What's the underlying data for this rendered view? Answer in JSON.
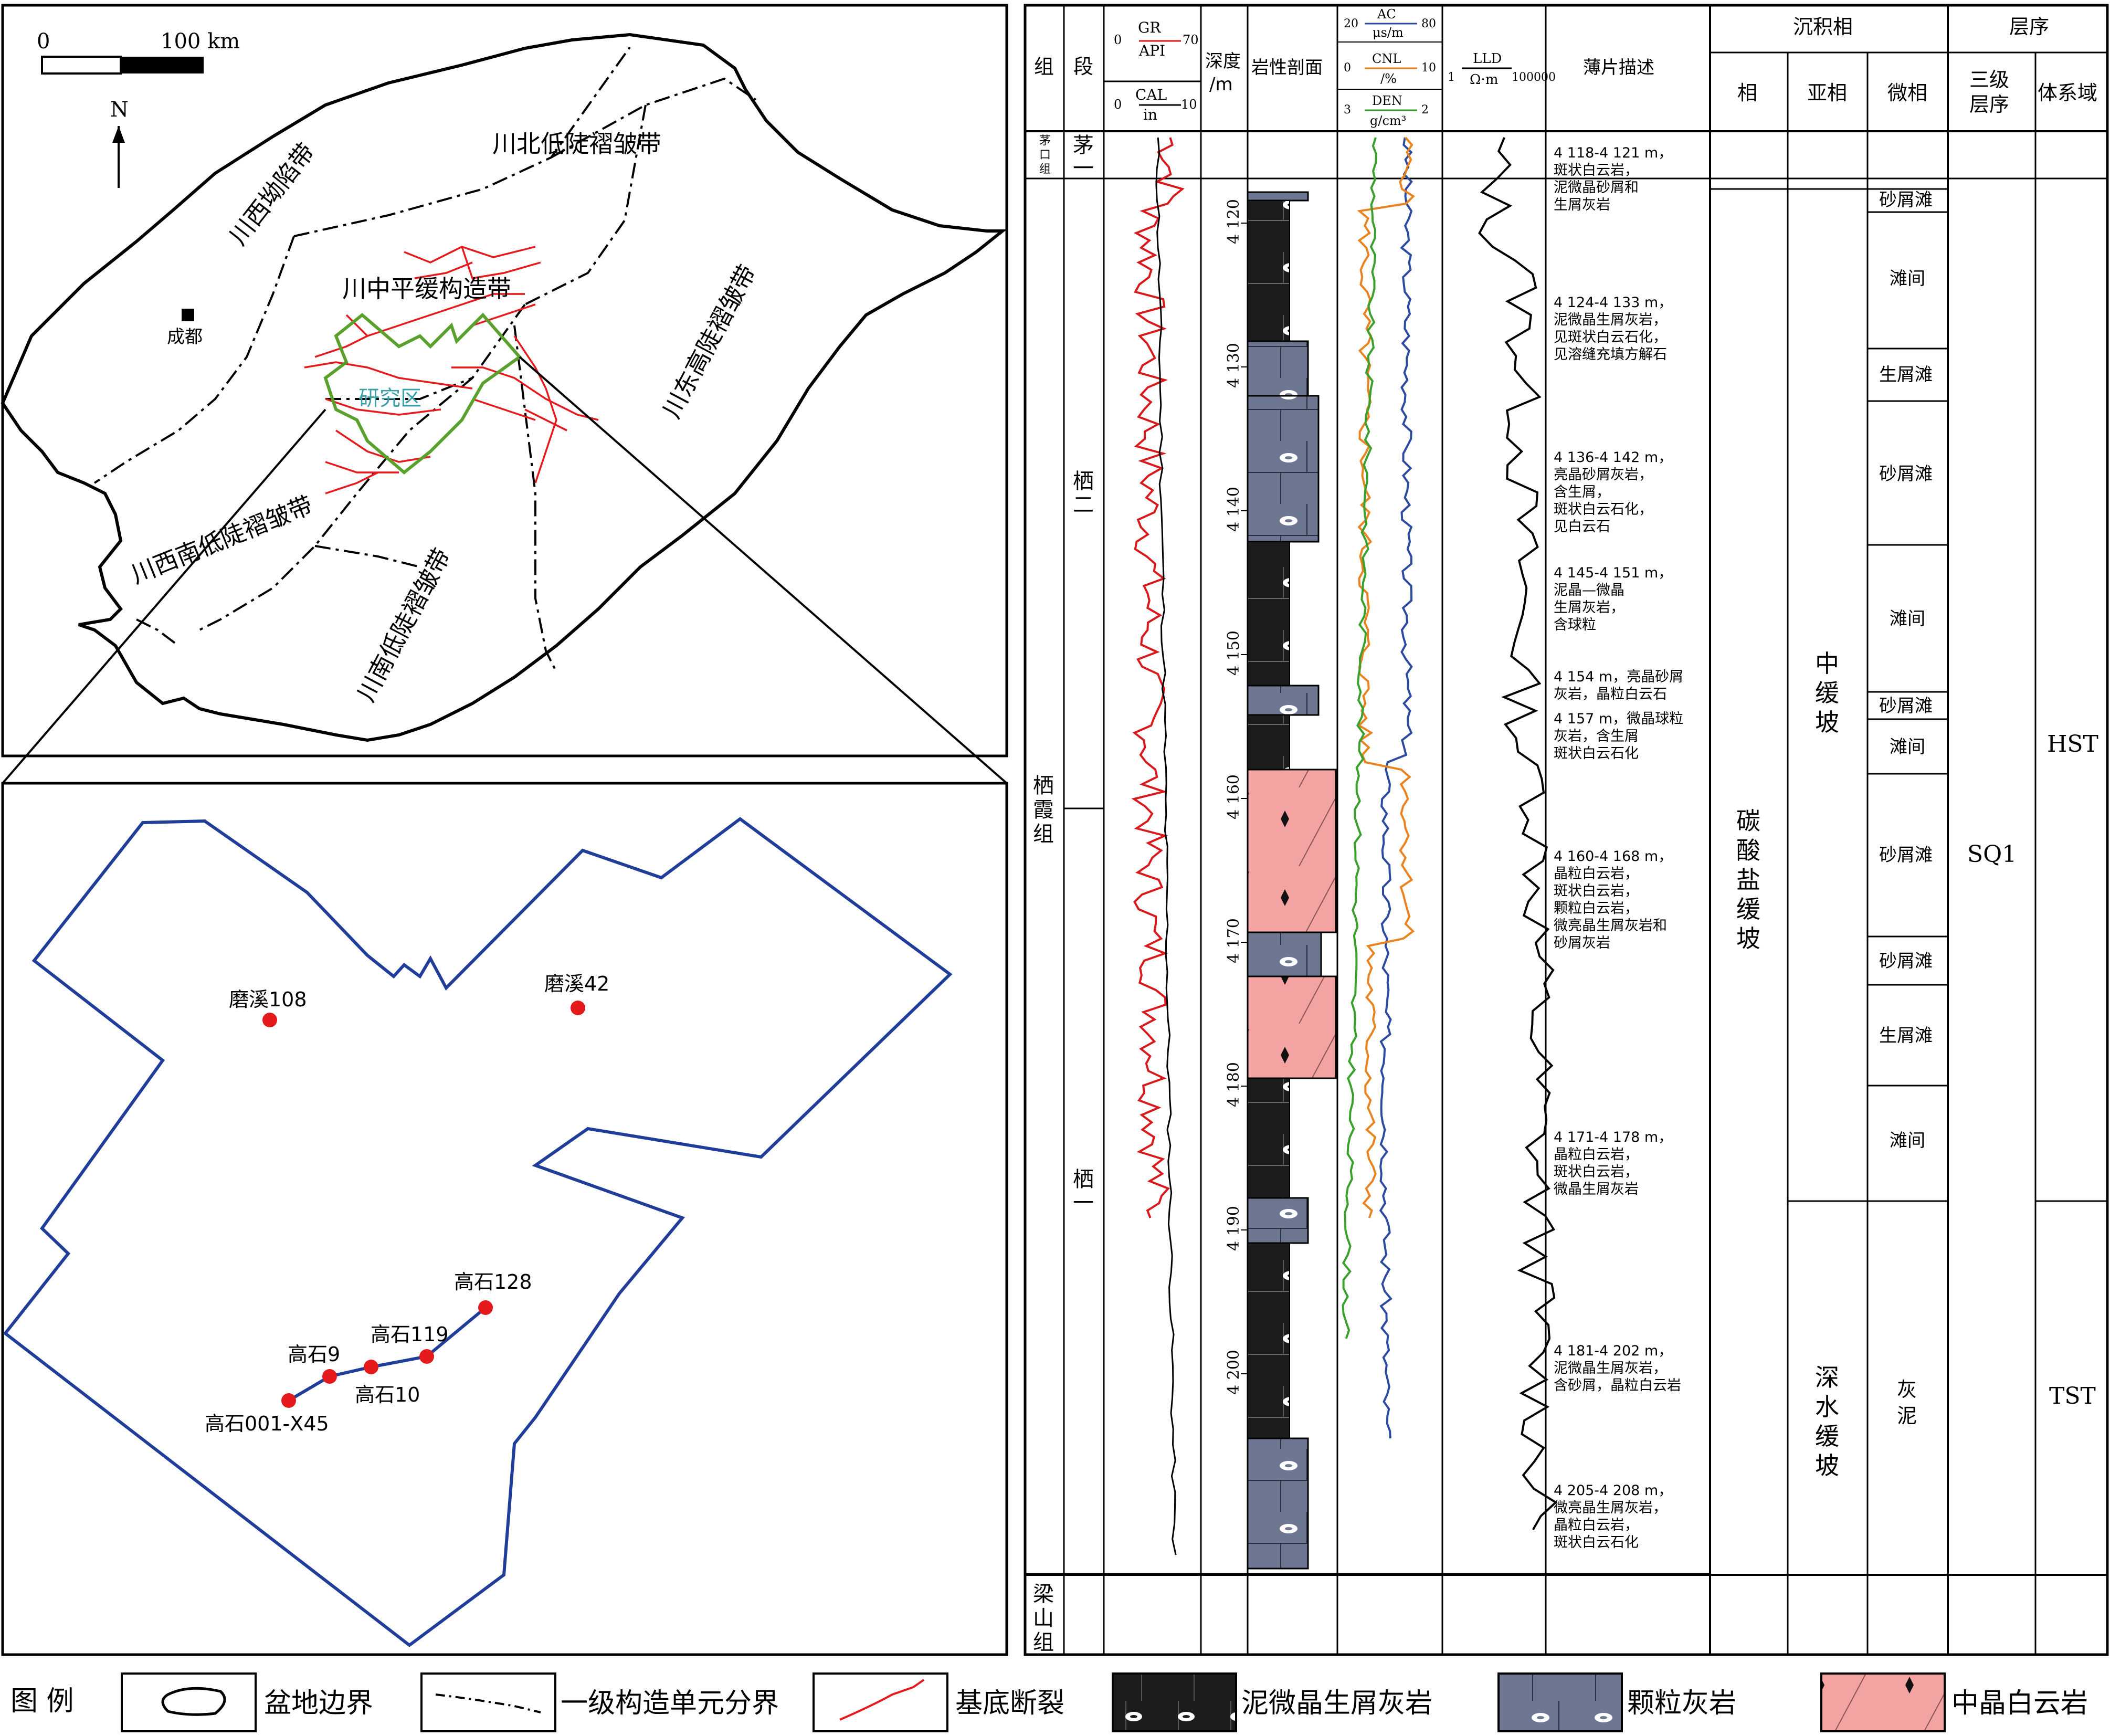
{
  "map": {
    "scale_zero": "0",
    "scale_label": "100 km",
    "north": "N",
    "city": "成都",
    "study_area": "研究区",
    "zones": [
      "川西坳陷带",
      "川北低陡褶皱带",
      "川中平缓构造带",
      "川东高陡褶皱带",
      "川西南低陡褶皱带",
      "川南低陡褶皱带"
    ]
  },
  "wells": [
    {
      "name": "磨溪108"
    },
    {
      "name": "磨溪42"
    },
    {
      "name": "高石128"
    },
    {
      "name": "高石119"
    },
    {
      "name": "高石9"
    },
    {
      "name": "高石10"
    },
    {
      "name": "高石001-X45"
    }
  ],
  "column": {
    "headers": {
      "group": "组",
      "member": "段",
      "gr": "GR",
      "gr_unit": "API",
      "gr_min": "0",
      "gr_max": "70",
      "cal": "CAL",
      "cal_unit": "in",
      "cal_min": "0",
      "cal_max": "10",
      "depth": "深度",
      "depth_unit": "/m",
      "litho": "岩性剖面",
      "ac": "AC",
      "ac_unit": "μs/m",
      "ac_min": "20",
      "ac_max": "80",
      "cnl": "CNL",
      "cnl_unit": "/%",
      "cnl_min": "0",
      "cnl_max": "10",
      "den": "DEN",
      "den_unit": "g/cm³",
      "den_min": "3",
      "den_max": "2",
      "lld": "LLD",
      "lld_unit": "Ω·m",
      "lld_min": "1",
      "lld_max": "100000",
      "thin": "薄片描述",
      "facies_group": "沉积相",
      "facies": "相",
      "subfacies": "亚相",
      "microfacies": "微相",
      "seq_group": "层序",
      "seq3": "三级层序",
      "systems": "体系域"
    },
    "formations": {
      "maokou": "茅口组",
      "qixia": "栖霞组",
      "liangshan": "梁山组"
    },
    "members": {
      "mao1": "茅一",
      "qi2": "栖二",
      "qi1": "栖一"
    },
    "depth_ticks": [
      "4 120",
      "4 130",
      "4 140",
      "4 150",
      "4 160",
      "4 170",
      "4 180",
      "4 190",
      "4 200"
    ],
    "descriptions": [
      "4 118-4 121 m，\n斑状白云岩，\n泥微晶砂屑和\n生屑灰岩",
      "4 124-4 133 m，\n泥微晶生屑灰岩，\n见斑状白云石化，\n见溶缝充填方解石",
      "4 136-4 142 m，\n亮晶砂屑灰岩，\n含生屑，\n斑状白云石化，\n见白云石",
      "4 145-4 151 m，\n泥晶—微晶\n生屑灰岩，\n含球粒",
      "4 154 m，亮晶砂屑\n灰岩，晶粒白云石",
      "4 157 m，微晶球粒\n灰岩，含生屑\n斑状白云石化",
      "4 160-4 168 m，\n晶粒白云岩，\n斑状白云岩，\n颗粒白云岩，\n微亮晶生屑灰岩和\n砂屑灰岩",
      "4 171-4 178 m，\n晶粒白云岩，\n斑状白云岩，\n微晶生屑灰岩",
      "4 181-4 202 m，\n泥微晶生屑灰岩，\n含砂屑，晶粒白云岩",
      "4 205-4 208 m，\n微亮晶生屑灰岩，\n晶粒白云岩，\n斑状白云石化"
    ],
    "facies": "碳酸盐缓坡",
    "subfacies": [
      "中缓坡",
      "深水缓坡"
    ],
    "microfacies": [
      "砂屑滩",
      "滩间",
      "生屑滩",
      "砂屑滩",
      "滩间",
      "砂屑滩",
      "滩间",
      "砂屑滩",
      "砂屑滩",
      "生屑滩",
      "滩间",
      "灰泥"
    ],
    "sequence": "SQ1",
    "systems_tracts": [
      "HST",
      "TST"
    ]
  },
  "legend": {
    "title": "图 例",
    "items": [
      "盆地边界",
      "一级构造单元分界",
      "基底断裂",
      "泥微晶生屑灰岩",
      "颗粒灰岩",
      "中晶白云岩"
    ]
  },
  "colors": {
    "fault": "#e41a1c",
    "study": "#5aa02c",
    "block": "#1f3d99",
    "gr": "#d7191c",
    "ac": "#2b4aa0",
    "cnl": "#e8831f",
    "den": "#3aa02c",
    "mud": "#1a1a1a",
    "grain": "#6a7590",
    "dolo": "#f4a3a3"
  }
}
